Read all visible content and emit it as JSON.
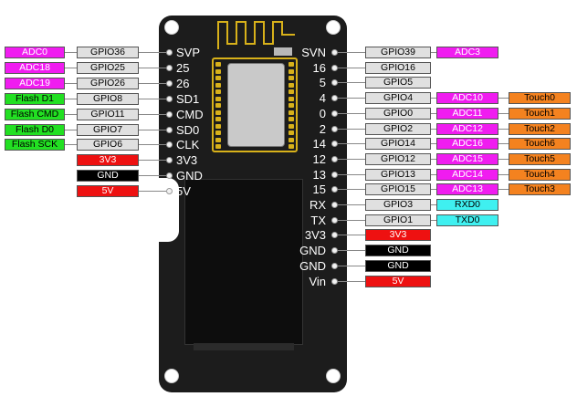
{
  "colors": {
    "gpio": "#e0e0e0",
    "adc": "#f01cf0",
    "flash": "#22e022",
    "power": "#ee1111",
    "ground": "#000000",
    "touch": "#f4821f",
    "uart": "#3ff0f0",
    "board": "#1c1c1c",
    "gold": "#d8b11a"
  },
  "left_pins": [
    {
      "pin": "SVP",
      "gpio": "GPIO36",
      "fn": "ADC0",
      "fn_type": "adc"
    },
    {
      "pin": "25",
      "gpio": "GPIO25",
      "fn": "ADC18",
      "fn_type": "adc"
    },
    {
      "pin": "26",
      "gpio": "GPIO26",
      "fn": "ADC19",
      "fn_type": "adc"
    },
    {
      "pin": "SD1",
      "gpio": "GPIO8",
      "fn": "Flash D1",
      "fn_type": "flash"
    },
    {
      "pin": "CMD",
      "gpio": "GPIO11",
      "fn": "Flash CMD",
      "fn_type": "flash"
    },
    {
      "pin": "SD0",
      "gpio": "GPIO7",
      "fn": "Flash D0",
      "fn_type": "flash"
    },
    {
      "pin": "CLK",
      "gpio": "GPIO6",
      "fn": "Flash SCK",
      "fn_type": "flash"
    },
    {
      "pin": "3V3",
      "gpio": "3V3",
      "gpio_type": "power",
      "fn": "",
      "fn_type": ""
    },
    {
      "pin": "GND",
      "gpio": "GND",
      "gpio_type": "ground",
      "fn": "",
      "fn_type": ""
    },
    {
      "pin": "5V",
      "gpio": "5V",
      "gpio_type": "power",
      "fn": "",
      "fn_type": ""
    }
  ],
  "right_pins": [
    {
      "pin": "SVN",
      "gpio": "GPIO39",
      "fn": "ADC3",
      "fn_type": "adc",
      "touch": ""
    },
    {
      "pin": "16",
      "gpio": "GPIO16",
      "fn": "",
      "fn_type": "",
      "touch": ""
    },
    {
      "pin": "5",
      "gpio": "GPIO5",
      "fn": "",
      "fn_type": "",
      "touch": ""
    },
    {
      "pin": "4",
      "gpio": "GPIO4",
      "fn": "ADC10",
      "fn_type": "adc",
      "touch": "Touch0"
    },
    {
      "pin": "0",
      "gpio": "GPIO0",
      "fn": "ADC11",
      "fn_type": "adc",
      "touch": "Touch1"
    },
    {
      "pin": "2",
      "gpio": "GPIO2",
      "fn": "ADC12",
      "fn_type": "adc",
      "touch": "Touch2"
    },
    {
      "pin": "14",
      "gpio": "GPIO14",
      "fn": "ADC16",
      "fn_type": "adc",
      "touch": "Touch6"
    },
    {
      "pin": "12",
      "gpio": "GPIO12",
      "fn": "ADC15",
      "fn_type": "adc",
      "touch": "Touch5"
    },
    {
      "pin": "13",
      "gpio": "GPIO13",
      "fn": "ADC14",
      "fn_type": "adc",
      "touch": "Touch4"
    },
    {
      "pin": "15",
      "gpio": "GPIO15",
      "fn": "ADC13",
      "fn_type": "adc",
      "touch": "Touch3"
    },
    {
      "pin": "RX",
      "gpio": "GPIO3",
      "fn": "RXD0",
      "fn_type": "uart",
      "touch": ""
    },
    {
      "pin": "TX",
      "gpio": "GPIO1",
      "fn": "TXD0",
      "fn_type": "uart",
      "touch": ""
    },
    {
      "pin": "3V3",
      "gpio": "3V3",
      "gpio_type": "power",
      "fn": "",
      "fn_type": "",
      "touch": ""
    },
    {
      "pin": "GND",
      "gpio": "GND",
      "gpio_type": "ground",
      "fn": "",
      "fn_type": "",
      "touch": ""
    },
    {
      "pin": "GND",
      "gpio": "GND",
      "gpio_type": "ground",
      "fn": "",
      "fn_type": "",
      "touch": ""
    },
    {
      "pin": "Vin",
      "gpio": "5V",
      "gpio_type": "power",
      "fn": "",
      "fn_type": "",
      "touch": ""
    }
  ]
}
